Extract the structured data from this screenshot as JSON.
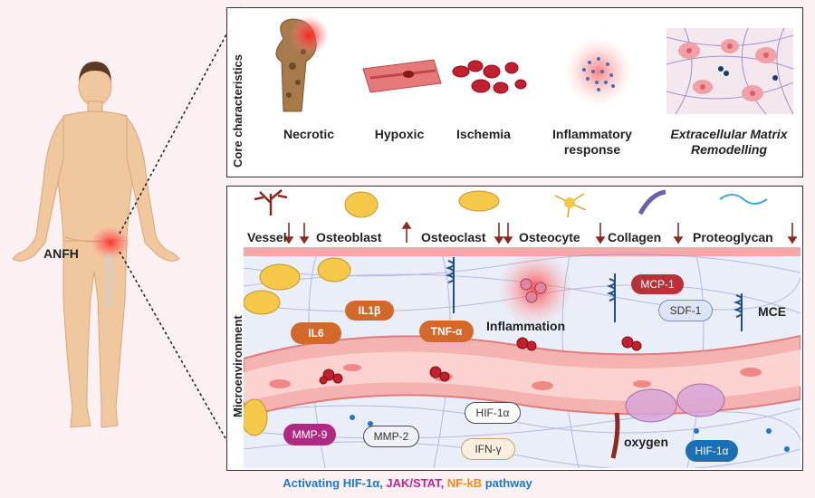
{
  "human": {
    "label": "ANFH"
  },
  "core": {
    "side_label": "Core characteristics",
    "items": [
      "Necrotic",
      "Hypoxic",
      "Ischemia",
      "Inflammatory response",
      "Extracellular Matrix Remodelling"
    ]
  },
  "micro": {
    "side_label": "Microenvironment",
    "header_cells": [
      "Vessel",
      "Osteoblast",
      "Osteoclast",
      "Osteocyte",
      "Collagen",
      "Proteoglycan"
    ],
    "markers": {
      "il6": "IL6",
      "il1b": "IL1β",
      "tnfa": "TNF-α",
      "inflammation": "Inflammation",
      "mcp1": "MCP-1",
      "sdf1": "SDF-1",
      "mce": "MCE",
      "mmp9": "MMP-9",
      "mmp2": "MMP-2",
      "hif1a_top": "HIF-1α",
      "ifng": "IFN-γ",
      "oxygen": "oxygen",
      "hif1a_bottom": "HIF-1α"
    }
  },
  "footer": {
    "part1": "Activating HIF-1α, ",
    "part2": "JAK/STAT, ",
    "part3": "NF-kB ",
    "part4": "pathway"
  },
  "colors": {
    "blue": "#1f77c9",
    "magenta": "#c2248f",
    "orange": "#f08a1c",
    "pill_orange": "#d2692a",
    "pill_magenta": "#b02a82",
    "pill_red": "#b8323a",
    "pill_blue": "#1a6fb5"
  }
}
